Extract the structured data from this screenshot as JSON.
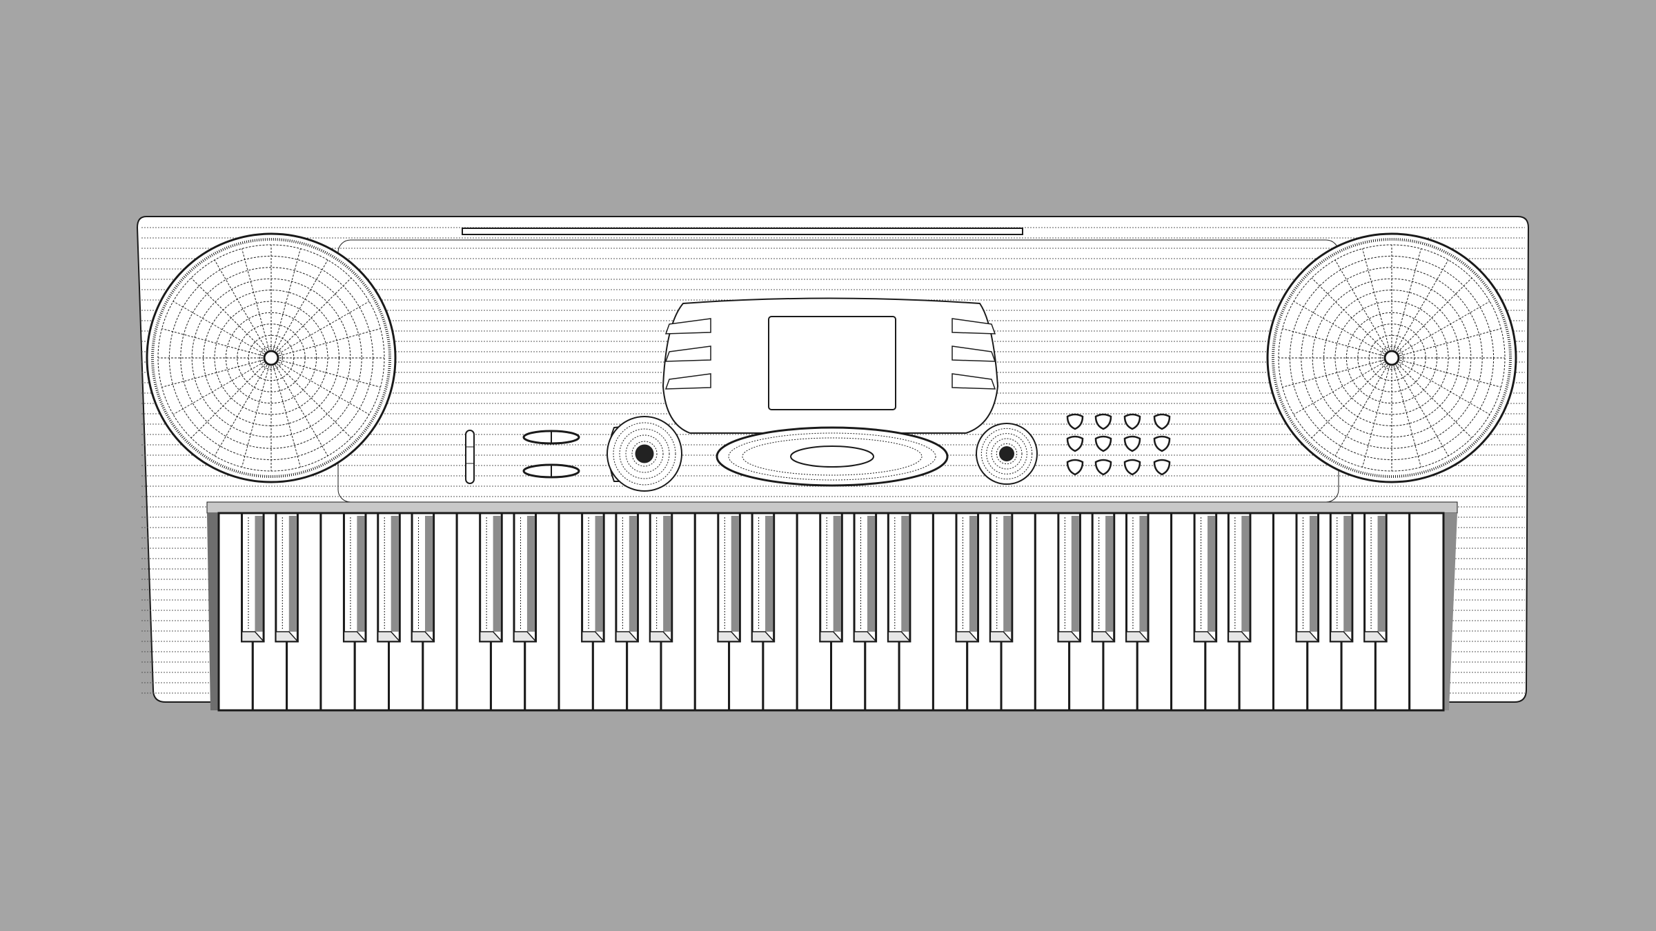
{
  "colors": {
    "background": "#a5a5a5",
    "body": "#ffffff",
    "line": "#1a1a1a",
    "shade": "#8c8c8c",
    "dark_shade": "#6e6e6e"
  },
  "keyboard": {
    "white_keys": 36,
    "black_key_pattern": [
      1,
      1,
      0,
      1,
      1,
      1,
      0
    ],
    "black_keys": 25
  },
  "control_buttons": {
    "rows": 3,
    "cols": 4
  }
}
